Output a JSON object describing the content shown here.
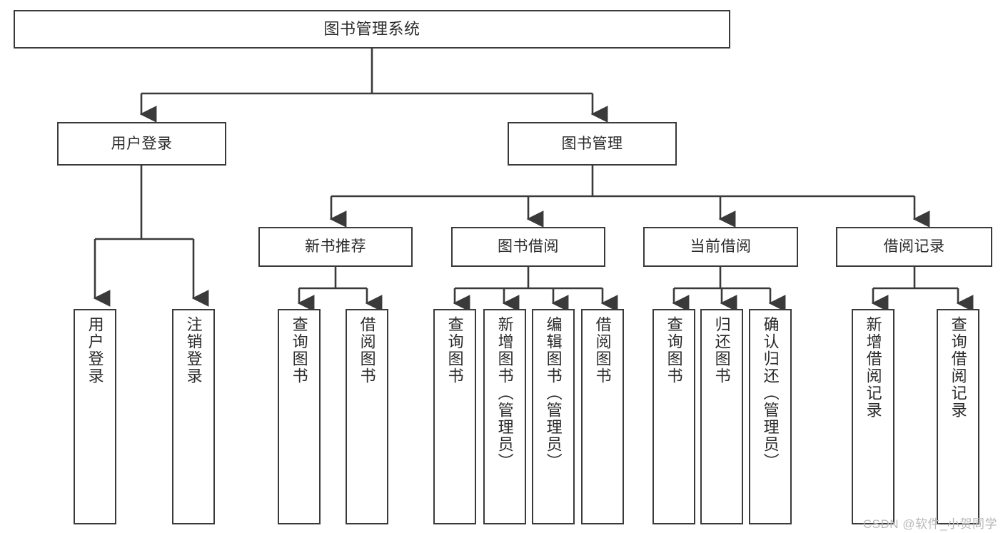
{
  "diagram": {
    "title": "图书管理系统",
    "type": "tree",
    "colors": {
      "box_border": "#3a3a3a",
      "box_fill": "#ffffff",
      "text": "#2b2b2b",
      "connector": "#3a3a3a",
      "watermark": "#b9b9b9",
      "background": "#ffffff"
    },
    "root": {
      "label": "图书管理系统"
    },
    "level2": [
      {
        "label": "用户登录"
      },
      {
        "label": "图书管理"
      }
    ],
    "level3": [
      {
        "label": "新书推荐"
      },
      {
        "label": "图书借阅"
      },
      {
        "label": "当前借阅"
      },
      {
        "label": "借阅记录"
      }
    ],
    "leaves": {
      "user_login": [
        {
          "label": "用户登录"
        },
        {
          "label": "注销登录"
        }
      ],
      "new_book_recommend": [
        {
          "label": "查询图书"
        },
        {
          "label": "借阅图书"
        }
      ],
      "book_borrow": [
        {
          "label": "查询图书"
        },
        {
          "label": "新增图书（管理员）"
        },
        {
          "label": "编辑图书（管理员）"
        },
        {
          "label": "借阅图书"
        }
      ],
      "current_borrow": [
        {
          "label": "查询图书"
        },
        {
          "label": "归还图书"
        },
        {
          "label": "确认归还（管理员）"
        }
      ],
      "borrow_record": [
        {
          "label": "新增借阅记录"
        },
        {
          "label": "查询借阅记录"
        }
      ]
    }
  },
  "watermark": {
    "text": "CSDN @软件_小贺同学"
  }
}
